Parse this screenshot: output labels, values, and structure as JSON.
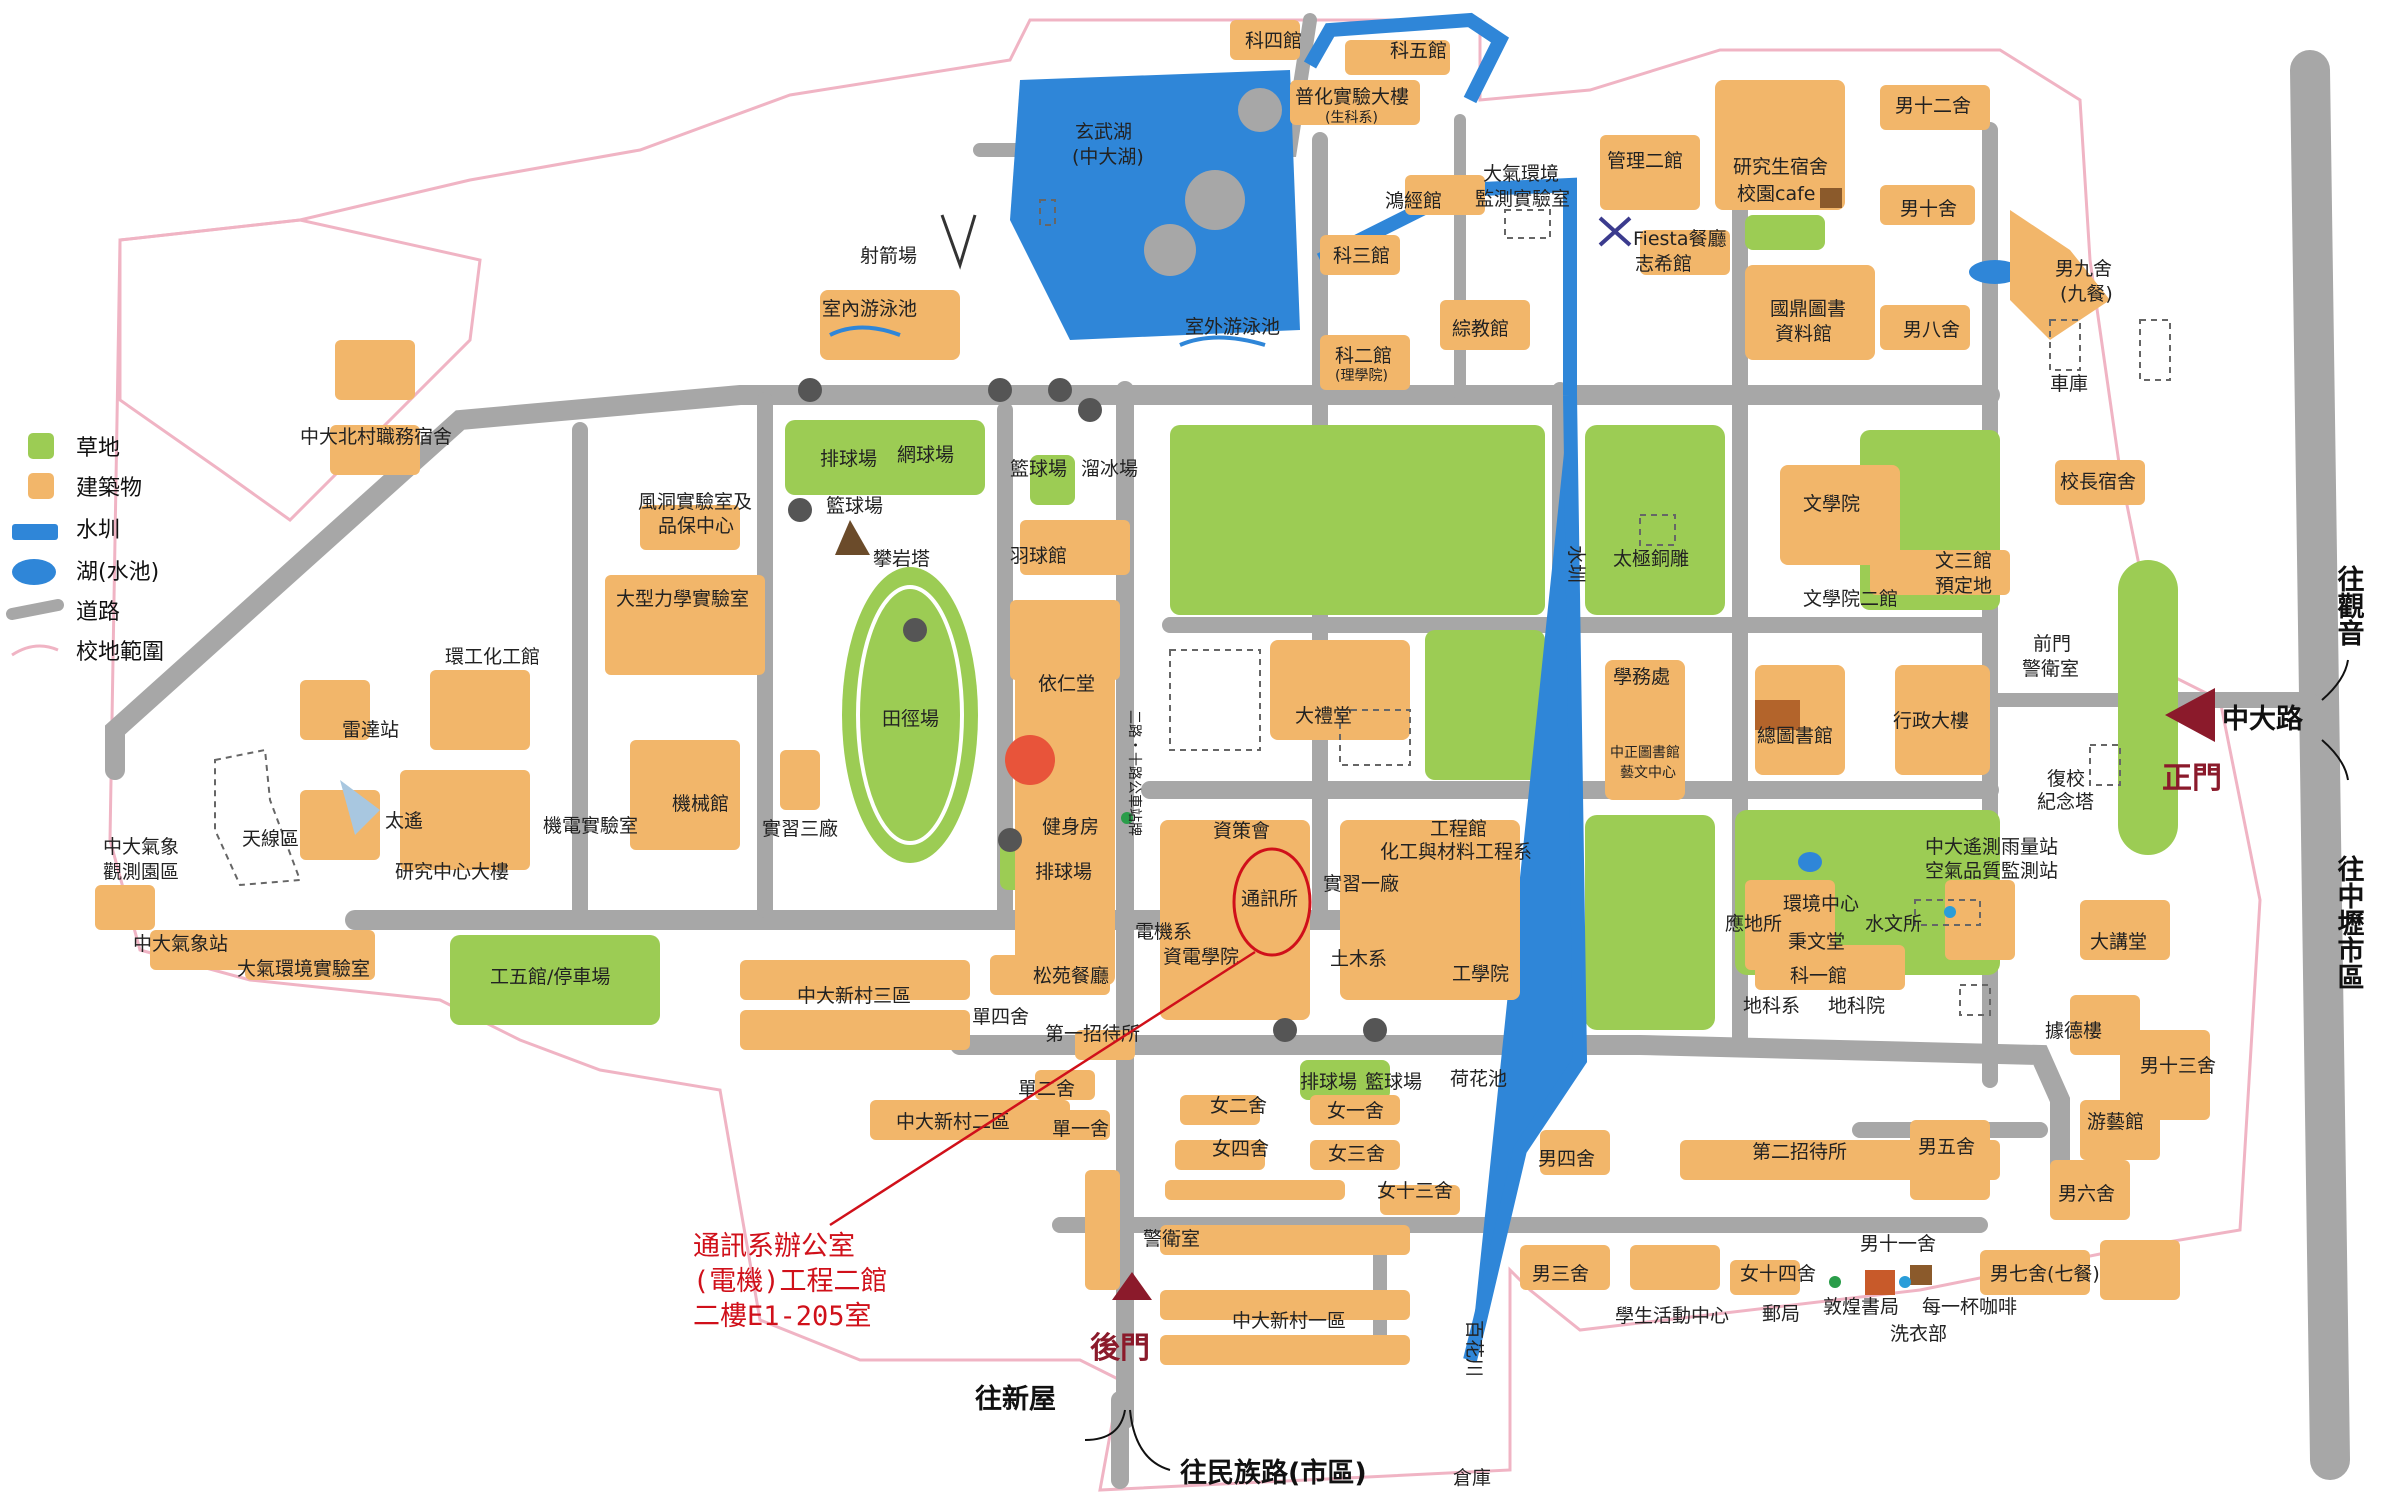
{
  "colors": {
    "grass": "#9ccc54",
    "building": "#f2b66a",
    "canal": "#2f86d8",
    "lake": "#2f86d8",
    "road": "#a7a7a7",
    "boundary": "#f0b4c4",
    "gate": "#8b1a2b",
    "note": "#d0101a"
  },
  "legend": [
    {
      "label": "草地",
      "icon": "grass-swatch"
    },
    {
      "label": "建築物",
      "icon": "building-swatch"
    },
    {
      "label": "水圳",
      "icon": "canal-swatch"
    },
    {
      "label": "湖(水池)",
      "icon": "lake-swatch"
    },
    {
      "label": "道路",
      "icon": "road-swatch"
    },
    {
      "label": "校地範圍",
      "icon": "boundary-swatch"
    }
  ],
  "places": {
    "ke_si": "科四館",
    "ke_wu": "科五館",
    "puhua": "普化實驗大樓",
    "puhua_sub": "(生科系)",
    "lake_1": "玄武湖",
    "lake_2": "(中大湖)",
    "archery": "射箭場",
    "indoor_pool": "室內游泳池",
    "outdoor_pool": "室外游泳池",
    "hong_jing": "鴻經館",
    "atmos_1": "大氣環境",
    "atmos_2": "監測實驗室",
    "ke_san": "科三館",
    "ke_er": "科二館",
    "ke_er_sub": "(理學院)",
    "zongjiao": "綜教館",
    "mgmt2": "管理二館",
    "fiesta": "Fiesta餐廳",
    "zhixi": "志希館",
    "grad_1": "研究生宿舍",
    "grad_2": "校園cafe",
    "guoding_1": "國鼎圖書",
    "guoding_2": "資料館",
    "m12": "男十二舍",
    "m10": "男十舍",
    "m9": "男九舍",
    "m9_sub": "(九餐)",
    "m8": "男八舍",
    "garage": "車庫",
    "president": "校長宿舍",
    "beicun": "中大北村職務宿舍",
    "volleyball_1": "排球場",
    "tennis": "網球場",
    "basketball_1": "籃球場",
    "climbing": "攀岩塔",
    "basketball_2": "籃球場",
    "skating": "溜冰場",
    "badminton": "羽球館",
    "wind_1": "風洞實驗室及",
    "wind_2": "品保中心",
    "large_mech": "大型力學實驗室",
    "track": "田徑場",
    "yiren": "依仁堂",
    "bus_stop": "二路・十路公車站牌",
    "gym": "健身房",
    "volleyball_2": "排球場",
    "env_eng": "環工化工館",
    "radar": "雷達站",
    "taiyao": "太遙",
    "antenna": "天線區",
    "weather_obs_1": "中大氣象",
    "weather_obs_2": "觀測園區",
    "research_center": "研究中心大樓",
    "mech_lab": "機電實驗室",
    "mech_bldg": "機械館",
    "practice3": "實習三廠",
    "weather_station": "中大氣象站",
    "atmos_lab": "大氣環境實驗室",
    "eng5": "工五館/停車場",
    "xinchun3": "中大新村三區",
    "songyuan": "松苑餐廳",
    "single4": "單四舍",
    "guest1": "第一招待所",
    "single2a": "單二舍",
    "single1": "單一舍",
    "xinchun2": "中大新村二區",
    "zice": "資策會",
    "comm": "通訊所",
    "ee_1": "電機系",
    "ee_2": "資電學院",
    "eng_bldg": "工程館",
    "chem_eng": "化工與材料工程系",
    "practice1": "實習一廠",
    "civil": "土木系",
    "eng_college": "工學院",
    "auditorium": "大禮堂",
    "volleyball_3": "排球場",
    "basketball_3": "籃球場",
    "lotus": "荷花池",
    "w2": "女二舍",
    "w1": "女一舍",
    "w4": "女四舍",
    "w3": "女三舍",
    "w13": "女十三舍",
    "guard": "警衛室",
    "xinchun1": "中大新村一區",
    "warehouse": "倉庫",
    "baihua": "百花川",
    "canal_lbl": "水圳",
    "taiji": "太極銅雕",
    "liberal": "文學院",
    "liberal2": "文學院二館",
    "wen3_1": "文三館",
    "wen3_2": "預定地",
    "academic": "學務處",
    "zhongzheng_1": "中正圖書館",
    "zhongzheng_2": "藝文中心",
    "library": "總圖書館",
    "admin": "行政大樓",
    "front_guard_1": "前門",
    "front_guard_2": "警衛室",
    "fuxiao_1": "復校",
    "fuxiao_2": "紀念塔",
    "env_center": "環境中心",
    "bingwen": "秉文堂",
    "geophys": "應地所",
    "hydro": "水文所",
    "ke1": "科一館",
    "earth_sci": "地科系",
    "earth_college": "地科院",
    "remote_1": "中大遙測雨量站",
    "remote_2": "空氣品質監測站",
    "lecture_hall": "大講堂",
    "judeh": "據德樓",
    "m13": "男十三舍",
    "youyi": "游藝館",
    "m6": "男六舍",
    "m4": "男四舍",
    "guest2": "第二招待所",
    "m5": "男五舍",
    "m11": "男十一舍",
    "m3": "男三舍",
    "w14": "女十四舍",
    "m7": "男七舍(七餐)",
    "student_center": "學生活動中心",
    "post": "郵局",
    "dunhuang": "敦煌書局",
    "laundry": "洗衣部",
    "coffee": "每一杯咖啡"
  },
  "gates": {
    "front": "正門",
    "back": "後門"
  },
  "directions": {
    "guanyin": "往觀音",
    "zhongli": "往中壢市區",
    "zhongda_rd": "中大路",
    "xinwu": "往新屋",
    "minzu": "往民族路(市區)"
  },
  "annotation": {
    "line1": "通訊系辦公室",
    "line2": "(電機)工程二館",
    "line3": "二樓E1-205室"
  }
}
